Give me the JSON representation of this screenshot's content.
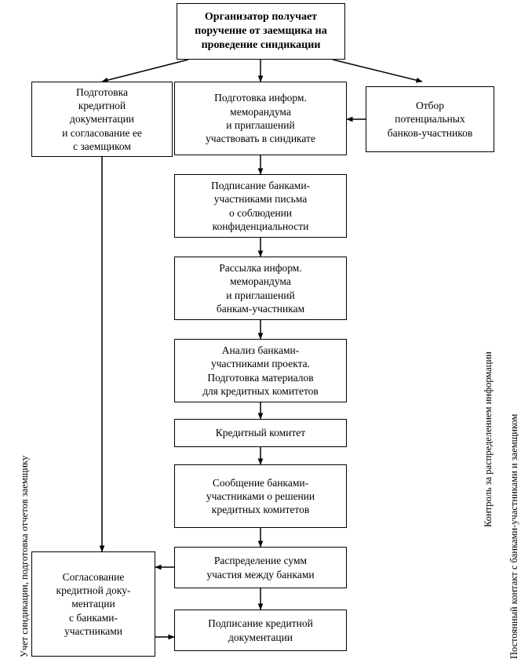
{
  "diagram": {
    "title_box": "Организатор получает\nпоручение от заемщика на\nпроведение синдикации",
    "nodes": [
      {
        "id": "n1",
        "text": "Подготовка\nкредитной\nдокументации\nи согласование ее\nс заемщиком"
      },
      {
        "id": "n2",
        "text": "Подготовка информ.\nмеморандума\nи приглашений\nучаствовать в синдикате"
      },
      {
        "id": "n3",
        "text": "Отбор\nпотенциальных\nбанков-участников"
      },
      {
        "id": "n4",
        "text": "Подписание банками-\nучастниками письма\nо соблюдении\nконфиденциальности"
      },
      {
        "id": "n5",
        "text": "Рассылка информ.\nмеморандума\nи приглашений\nбанкам-участникам"
      },
      {
        "id": "n6",
        "text": "Анализ банками-\nучастниками проекта.\nПодготовка материалов\nдля кредитных комитетов"
      },
      {
        "id": "n7",
        "text": "Кредитный комитет"
      },
      {
        "id": "n8",
        "text": "Сообщение банками-\nучастниками о решении\nкредитных комитетов"
      },
      {
        "id": "n9",
        "text": "Распределение сумм\nучастия между банками"
      },
      {
        "id": "n10",
        "text": "Согласование\nкредитной доку-\nментации\nс банками-\nучастниками"
      },
      {
        "id": "n11",
        "text": "Подписание кредитной\nдокументации"
      }
    ],
    "side_labels": [
      {
        "id": "left",
        "text": "Учет синдикации, подготовка отчетов заемщику"
      },
      {
        "id": "right1",
        "text": "Контроль за распределением информации"
      },
      {
        "id": "right2",
        "text": "Постоянный контакт с банками-участниками и заемщиком"
      }
    ]
  }
}
